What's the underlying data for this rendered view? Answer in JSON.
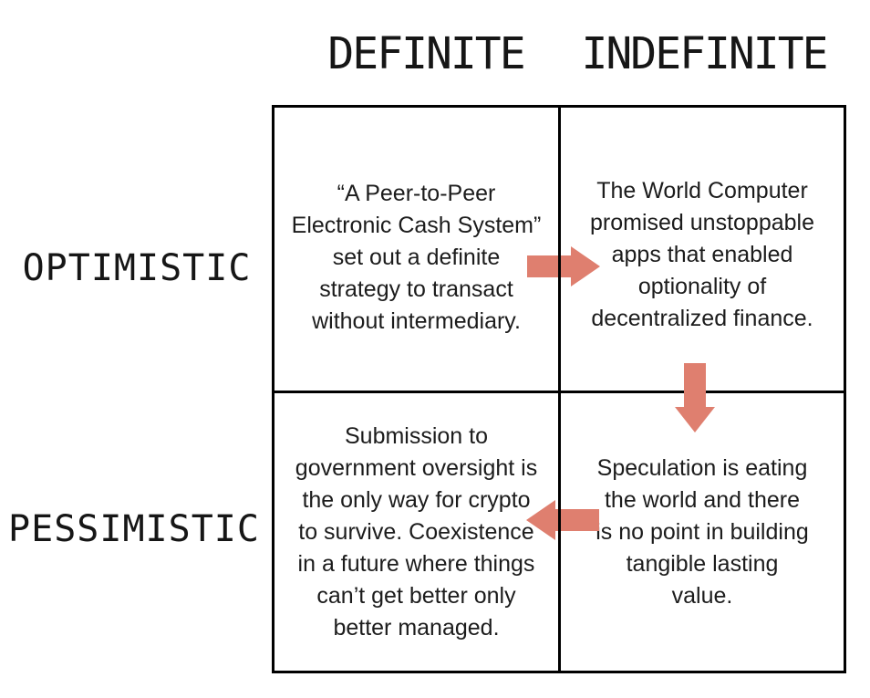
{
  "matrix": {
    "columns": [
      {
        "label": "DEFINITE"
      },
      {
        "label": "INDEFINITE"
      }
    ],
    "rows": [
      {
        "label": "OPTIMISTIC"
      },
      {
        "label": "PESSIMISTIC"
      }
    ],
    "quadrants": {
      "top_left": {
        "text": "“A Peer-to-Peer\nElectronic Cash System”\nset out a definite\nstrategy to transact\nwithout intermediary."
      },
      "top_right": {
        "text": "The World Computer\npromised unstoppable\napps that enabled\noptionality of\ndecentralized finance."
      },
      "bottom_left": {
        "text": "Submission to\ngovernment oversight is\nthe only way for crypto\nto survive. Coexistence\nin a future where things\ncan’t get better only\nbetter managed."
      },
      "bottom_right": {
        "text": "Speculation is eating\nthe world and there\nis no point in building\ntangible lasting\nvalue."
      }
    },
    "arrows": [
      {
        "id": "optimistic-definite-to-indefinite",
        "direction": "right"
      },
      {
        "id": "indefinite-optimistic-to-pessimistic",
        "direction": "down"
      },
      {
        "id": "pessimistic-indefinite-to-definite",
        "direction": "left"
      }
    ],
    "colors": {
      "arrow": "#DF7F6F",
      "grid_line": "#000000",
      "text": "#1c1c1c",
      "background": "#ffffff"
    }
  }
}
